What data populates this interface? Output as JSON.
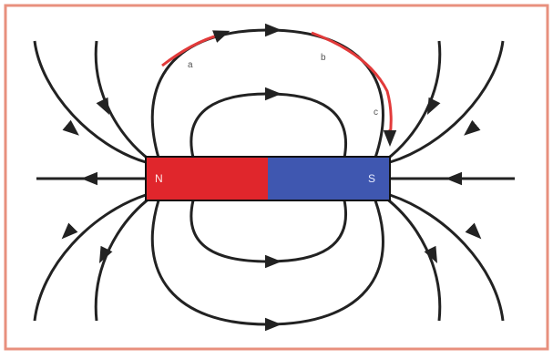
{
  "magnet": {
    "north_label": "N",
    "south_label": "S",
    "north_color": "#e0262c",
    "south_color": "#3f57b0"
  },
  "frame_color": "#e8907e",
  "field_line_color": "#222222",
  "arc_color": "#e23a3a",
  "arc_point_labels": [
    "a",
    "b",
    "c"
  ]
}
